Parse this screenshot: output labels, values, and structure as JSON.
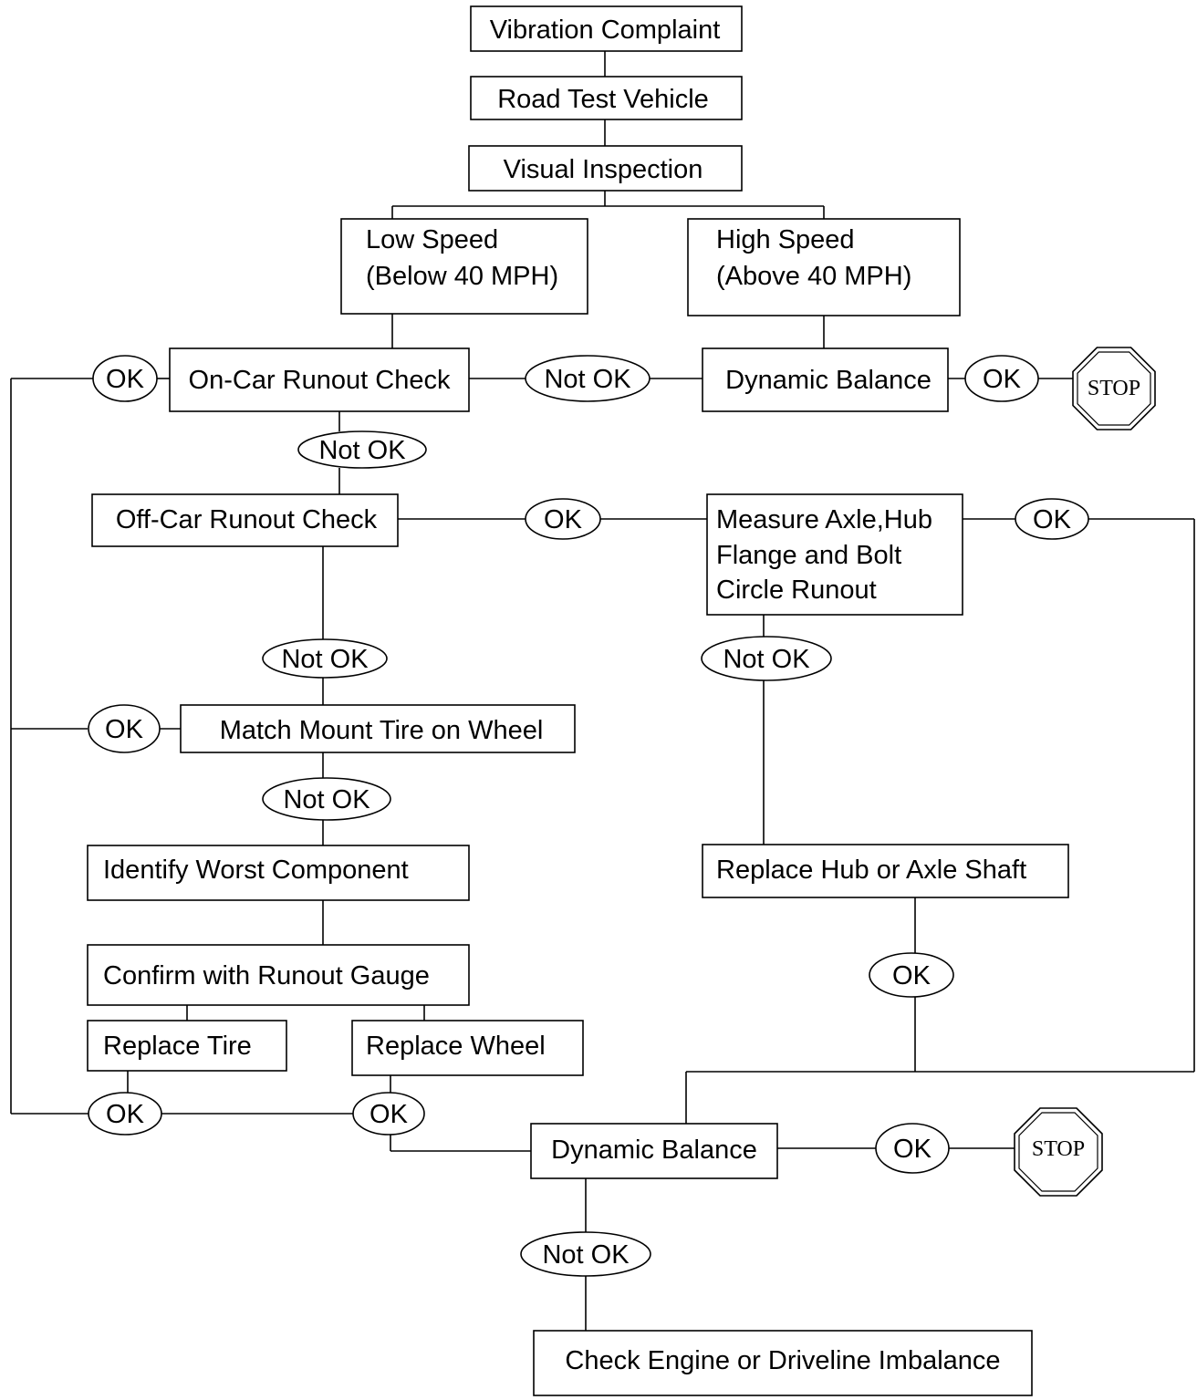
{
  "nodes": {
    "vibration_complaint": "Vibration Complaint",
    "road_test": "Road Test Vehicle",
    "visual_inspection": "Visual Inspection",
    "low_speed": [
      "Low Speed",
      "(Below 40 MPH)"
    ],
    "high_speed": [
      "High Speed",
      "(Above 40 MPH)"
    ],
    "on_car_runout": "On-Car Runout Check",
    "dynamic_balance_top": "Dynamic Balance",
    "off_car_runout": "Off-Car Runout Check",
    "measure_axle": [
      "Measure Axle,Hub",
      "Flange and Bolt",
      "Circle Runout"
    ],
    "match_mount": "Match Mount Tire on Wheel",
    "identify_worst": "Identify Worst Component",
    "replace_hub": "Replace Hub or Axle Shaft",
    "confirm_gauge": "Confirm with Runout Gauge",
    "replace_tire": "Replace Tire",
    "replace_wheel": "Replace Wheel",
    "dynamic_balance_bottom": "Dynamic Balance",
    "check_engine": "Check Engine or Driveline Imbalance"
  },
  "decisions": {
    "ok": "OK",
    "not_ok": "Not OK"
  },
  "stop_sign": "STOP"
}
